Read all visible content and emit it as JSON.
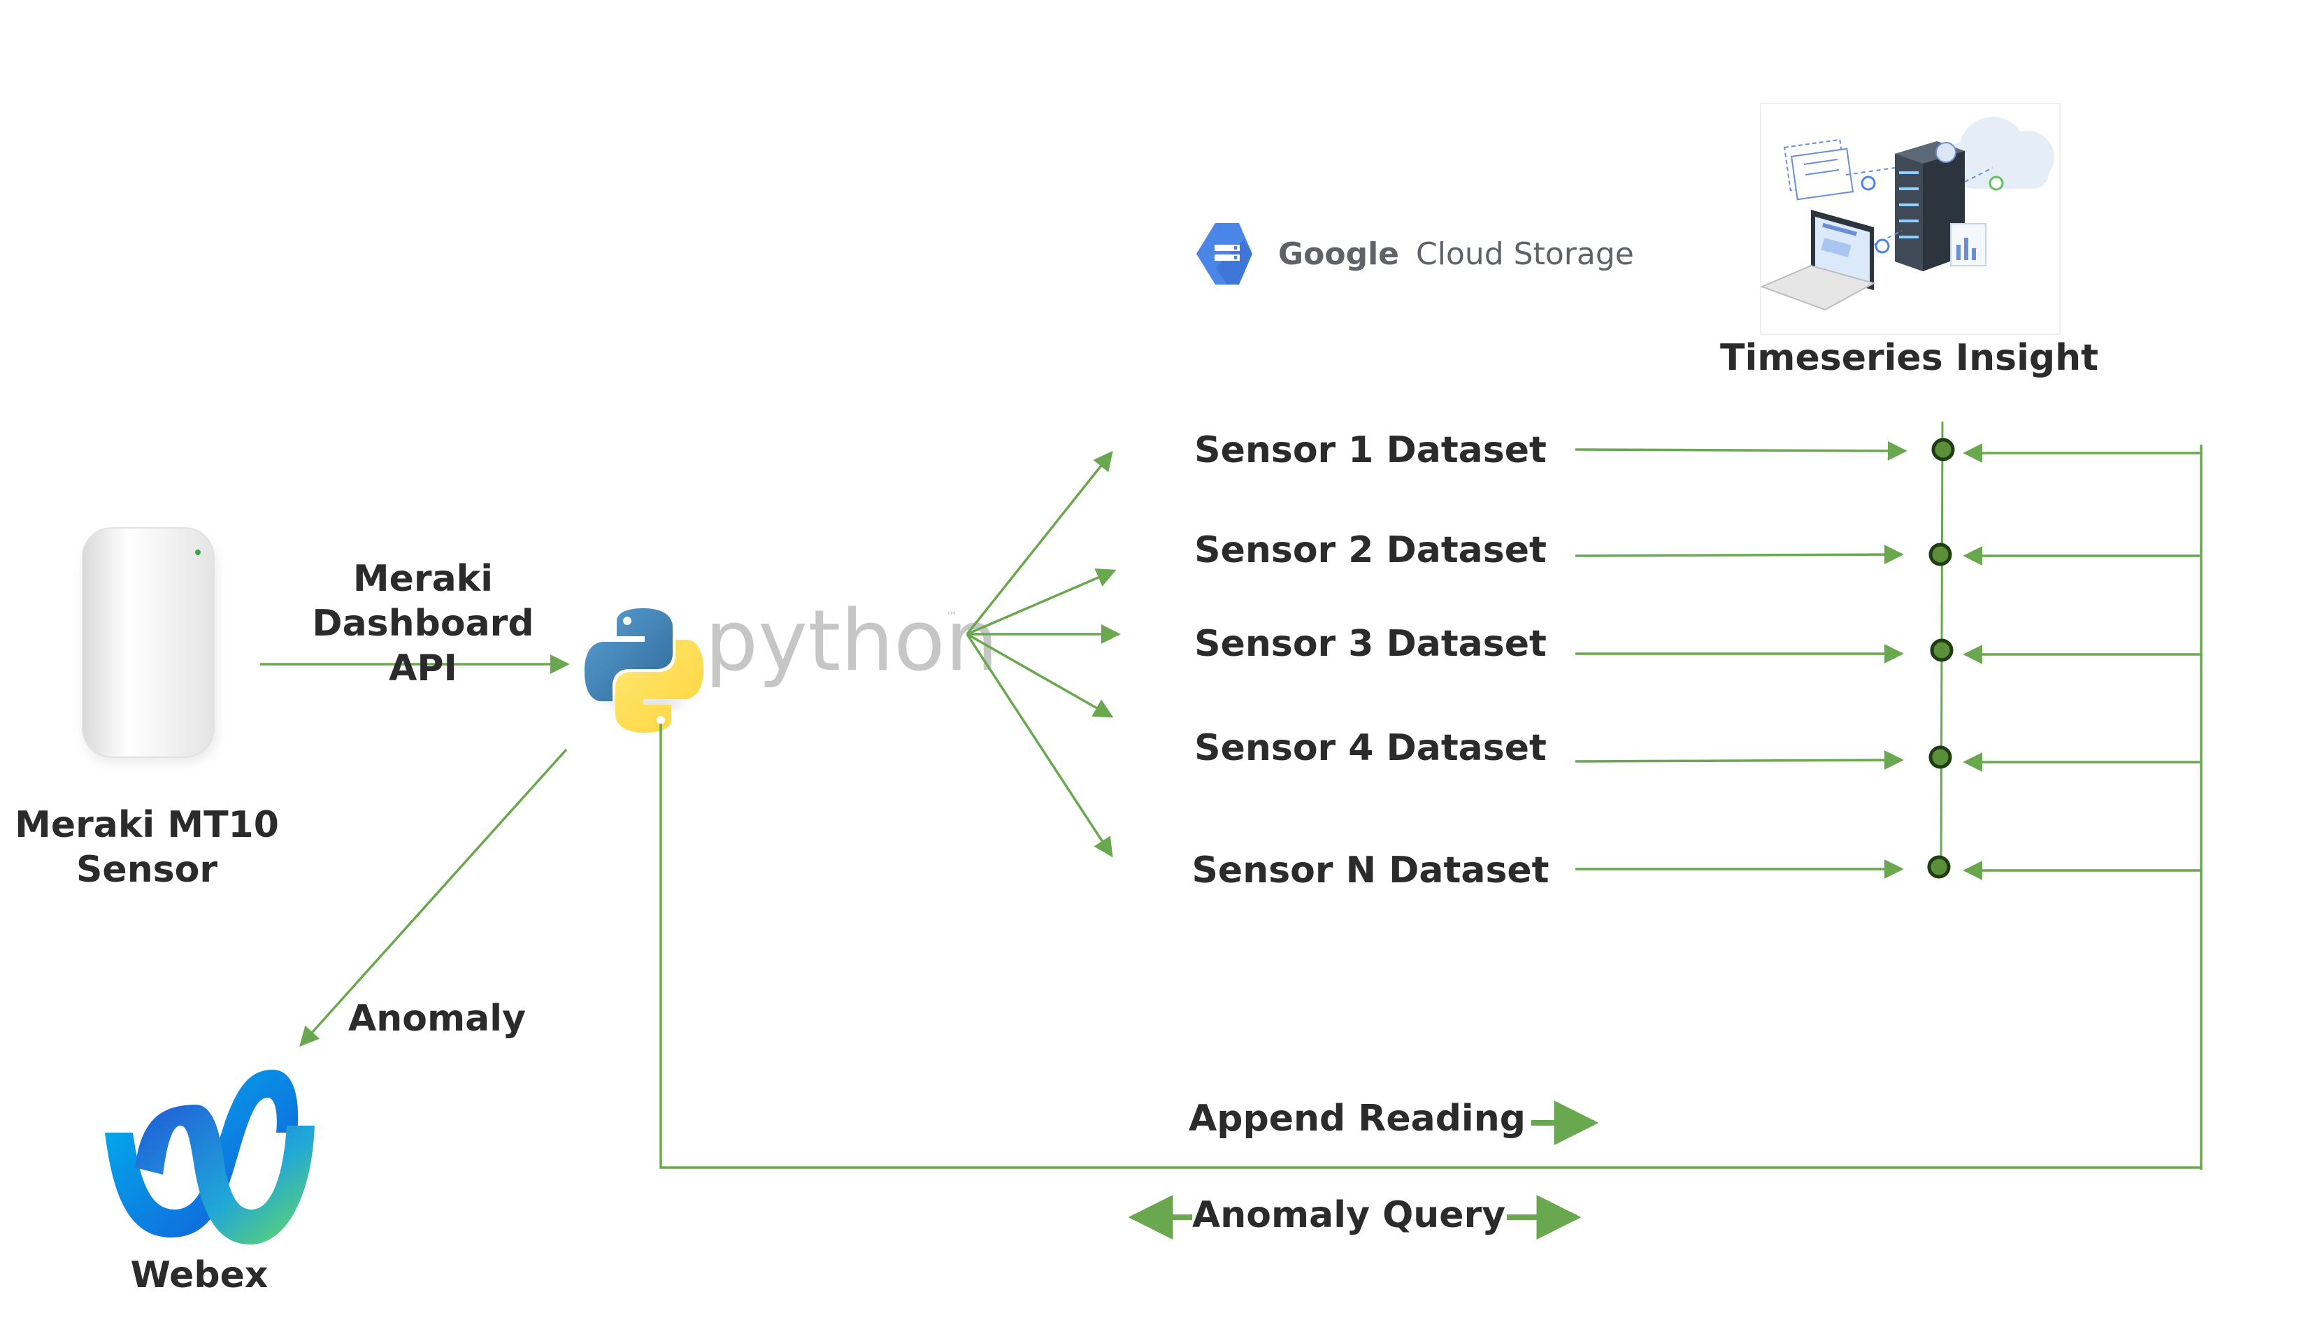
{
  "colors": {
    "arrow": "#6aa84f",
    "node_fill": "#5b8f3a",
    "node_stroke": "#1e3d12",
    "text": "#2b2b2b"
  },
  "sensor": {
    "label": "Meraki MT10\nSensor"
  },
  "api": {
    "label": "Meraki\nDashboard API"
  },
  "python": {
    "wordmark": "python",
    "tm": "™"
  },
  "gcs": {
    "google": "Google",
    "product": "Cloud Storage",
    "icon": "cloud-storage-hexagon-icon"
  },
  "timeseries": {
    "label": "Timeseries Insight",
    "icon": "server-cloud-laptop-illustration"
  },
  "datasets": [
    {
      "label": "Sensor 1 Dataset"
    },
    {
      "label": "Sensor 2 Dataset"
    },
    {
      "label": "Sensor 3 Dataset"
    },
    {
      "label": "Sensor 4 Dataset"
    },
    {
      "label": "Sensor N Dataset"
    }
  ],
  "anomaly": {
    "label": "Anomaly"
  },
  "webex": {
    "label": "Webex",
    "icon": "webex-logo-icon"
  },
  "legend": {
    "append": "Append Reading",
    "query": "Anomaly Query"
  }
}
